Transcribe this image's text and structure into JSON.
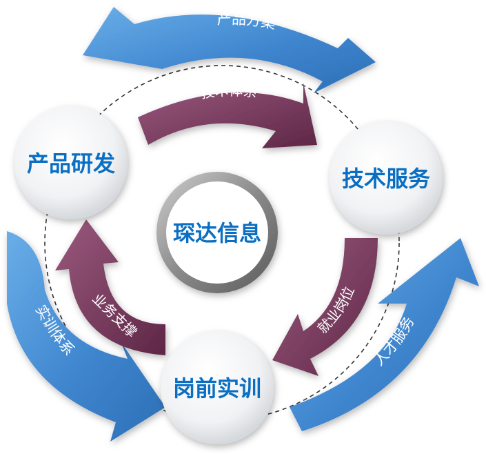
{
  "center": {
    "label": "琛达信息"
  },
  "nodes": {
    "product_rd": "产品研发",
    "tech_service": "技术服务",
    "pre_job_training": "岗前实训"
  },
  "outer_arrows": {
    "product_plan": "产品方案",
    "talent_service": "人才服务",
    "training_system": "实训体系"
  },
  "inner_arrows": {
    "tech_system": "技术体系",
    "employment_position": "就业岗位",
    "business_support": "业务支撑"
  },
  "colors": {
    "node_text": "#0a6fc2",
    "outer_arrow": "#4a8fd3",
    "inner_arrow": "#7a3a5e",
    "dashed_circle": "#333333"
  }
}
